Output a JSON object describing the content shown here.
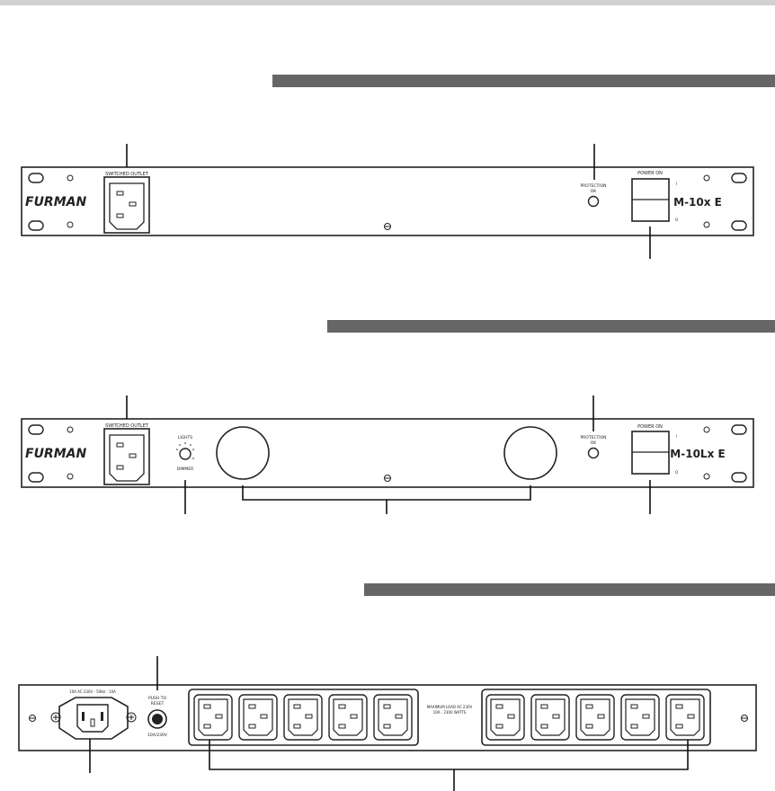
{
  "panels": [
    {
      "brand": "FURMAN",
      "model": "M-10x E",
      "switched_outlet_label": "SWITCHED OUTLET",
      "protection_label_1": "PROTECTION",
      "protection_label_2": "OK",
      "power_label": "POWER ON",
      "switch_on_mark": "I",
      "switch_off_mark": "O"
    },
    {
      "brand": "FURMAN",
      "model": "M-10Lx E",
      "switched_outlet_label": "SWITCHED OUTLET",
      "lights_label": "LIGHTS",
      "dimmer_label": "DIMMER",
      "protection_label_1": "PROTECTION",
      "protection_label_2": "OK",
      "power_label": "POWER ON",
      "switch_on_mark": "I",
      "switch_off_mark": "O"
    }
  ],
  "rear_panel": {
    "inlet_label": "10A AC 230V · 50Hz · 10A",
    "push_reset_1": "PUSH TO",
    "push_reset_2": "RESET",
    "breaker_rating": "10A/230V",
    "max_load_1": "MAXIMUM LOAD AC 230V",
    "max_load_2": "10A · 2300 WATTS",
    "outlet_count": 10
  }
}
